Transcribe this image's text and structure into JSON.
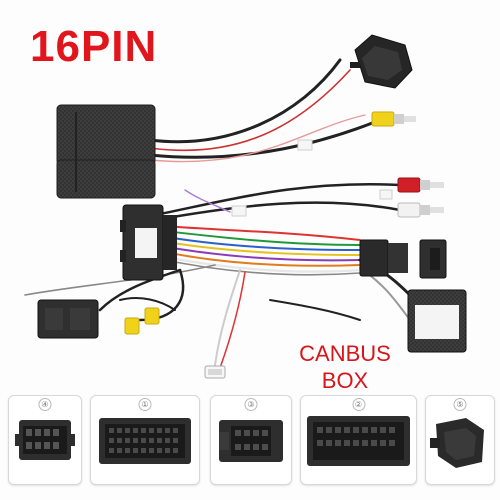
{
  "title": "16PIN",
  "box_label_line1": "CANBUS",
  "box_label_line2": "BOX",
  "colors": {
    "title": "#e0161c",
    "label": "#d8151b",
    "plug": "#2f2f2f",
    "rca_yellow": "#f1d21a",
    "rca_red": "#d11f27",
    "rca_white": "#f2f2f2",
    "sticker": "#f4f4f4"
  },
  "connectors": [
    {
      "number": "④",
      "icon": "16pin-connector-icon"
    },
    {
      "number": "①",
      "icon": "main-harness-connector-icon"
    },
    {
      "number": "③",
      "icon": "small-square-connector-icon"
    },
    {
      "number": "②",
      "icon": "wide-multipin-connector-icon"
    },
    {
      "number": "⑤",
      "icon": "angled-plug-icon"
    }
  ]
}
